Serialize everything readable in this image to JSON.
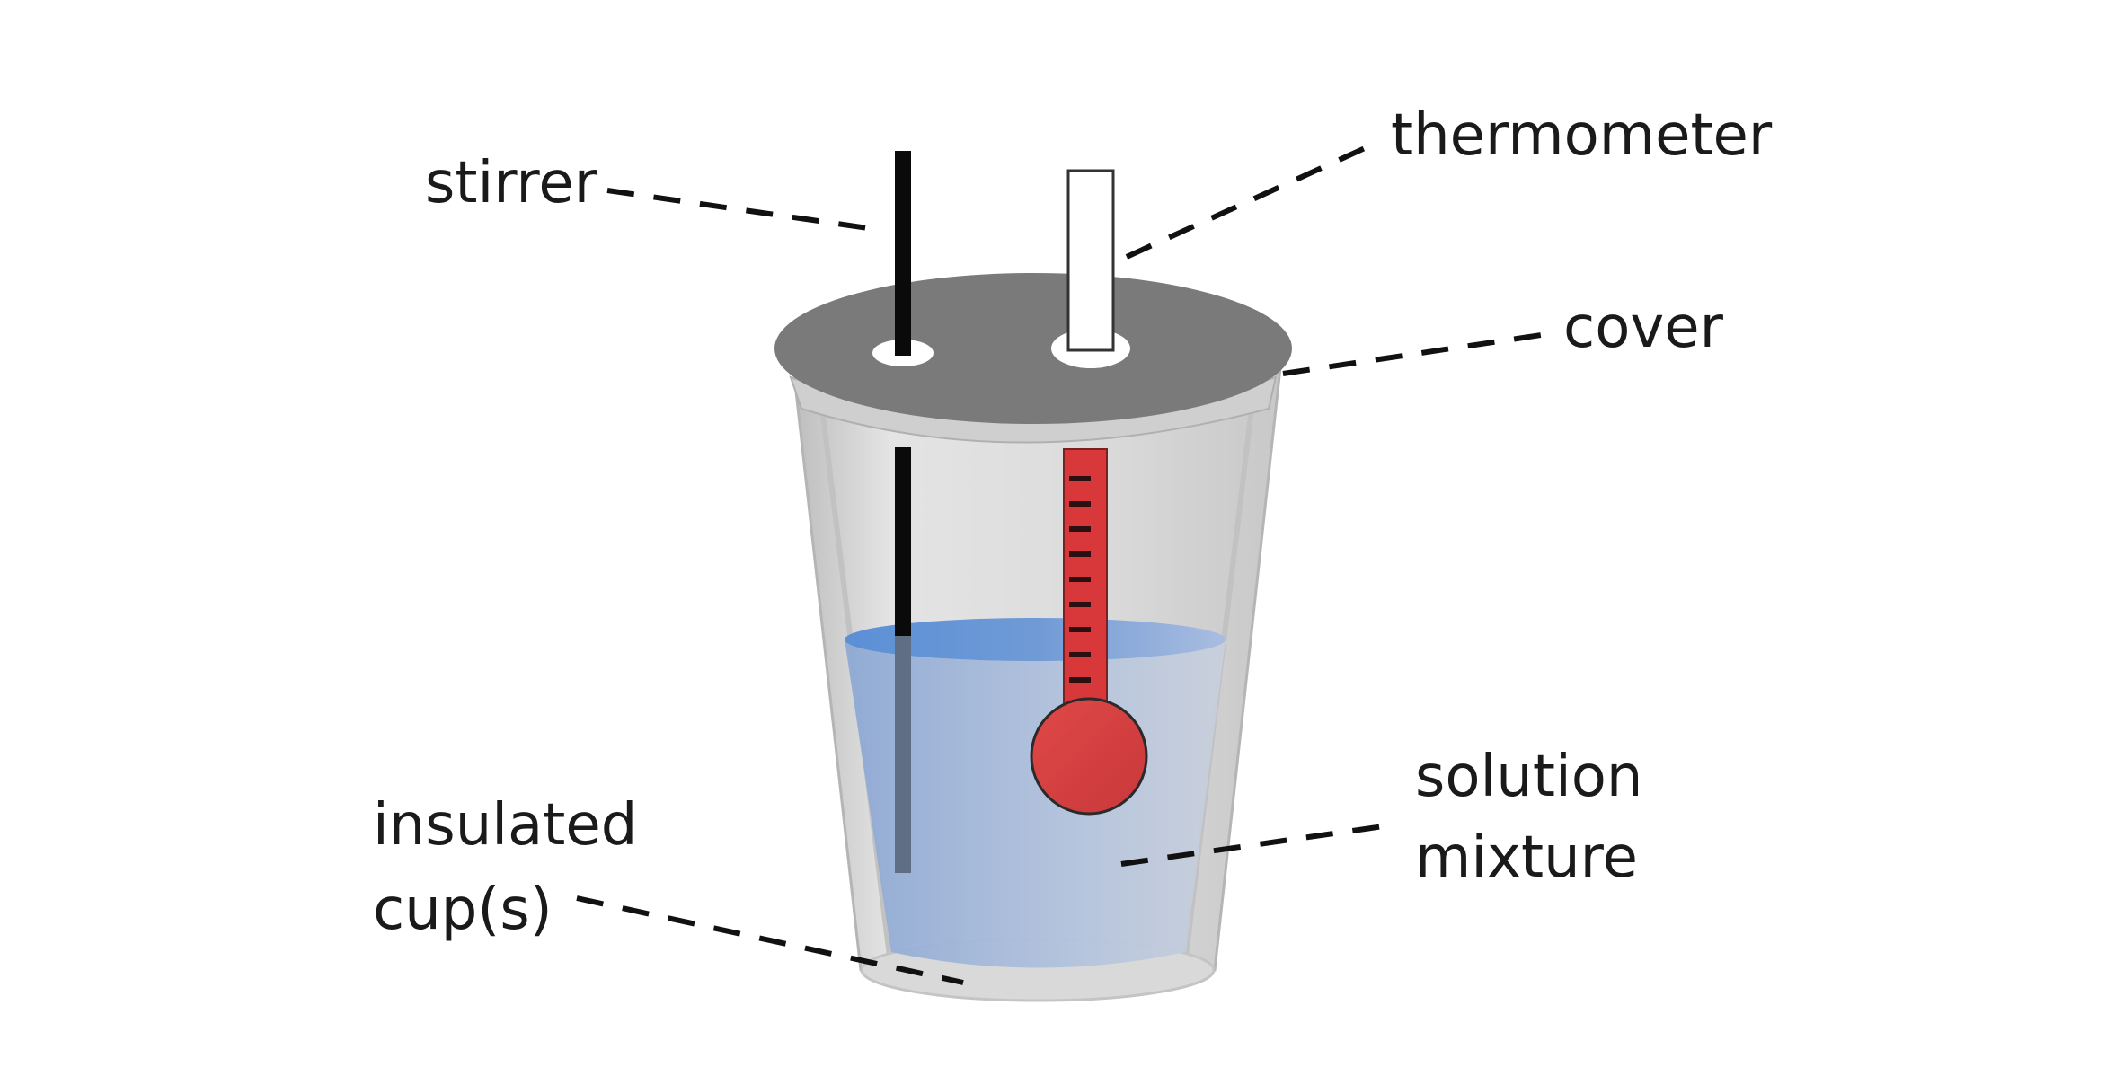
{
  "labels": {
    "stirrer": "stirrer",
    "thermometer": "thermometer",
    "cover": "cover",
    "solution_line1": "solution",
    "solution_line2": "mixture",
    "cup_line1": "insulated",
    "cup_line2": "cup(s)"
  },
  "colors": {
    "cover": "#7a7a7a",
    "cup": "#d6d6d6",
    "solution": "#9db6dc",
    "thermometer_liquid": "#d9383a",
    "stirrer": "#0a0a0a"
  },
  "thermometer_ticks": 9
}
